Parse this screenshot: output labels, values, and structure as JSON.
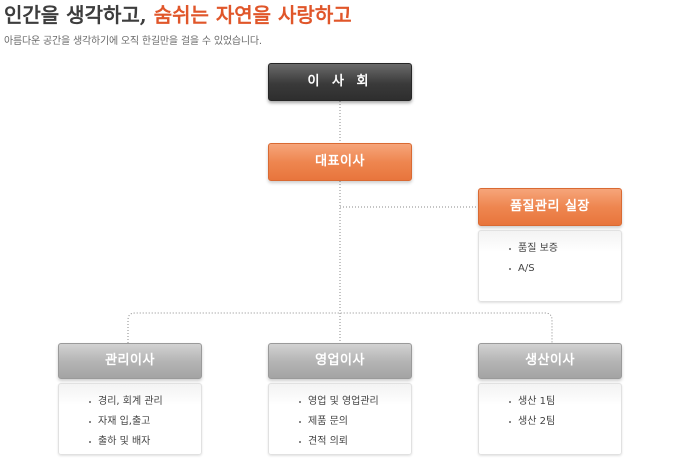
{
  "header": {
    "title_part1": "인간을 생각하고, ",
    "title_part2": "숨쉬는 자연을 사랑하고",
    "subtitle": "아름다운 공간을 생각하기에 오직 한길만을 걸을 수 있었습니다.",
    "colors": {
      "title_dark": "#3d3d3d",
      "title_accent": "#e0562a"
    }
  },
  "org": {
    "board": {
      "label": "이 사 회"
    },
    "ceo": {
      "label": "대표이사"
    },
    "quality": {
      "label": "품질관리 실장",
      "duties": [
        "품질 보증",
        "A/S"
      ]
    },
    "departments": [
      {
        "label": "관리이사",
        "duties": [
          "경리, 회계 관리",
          "자재 입,출고",
          "출하 및 배자"
        ]
      },
      {
        "label": "영업이사",
        "duties": [
          "영업 및 영업관리",
          "제품 문의",
          "견적 의뢰"
        ]
      },
      {
        "label": "생산이사",
        "duties": [
          "생산 1팀",
          "생산 2팀"
        ]
      }
    ],
    "colors": {
      "board": "#3a3a3a",
      "executive": "#ee8650",
      "director": "#b5b5b5"
    }
  }
}
